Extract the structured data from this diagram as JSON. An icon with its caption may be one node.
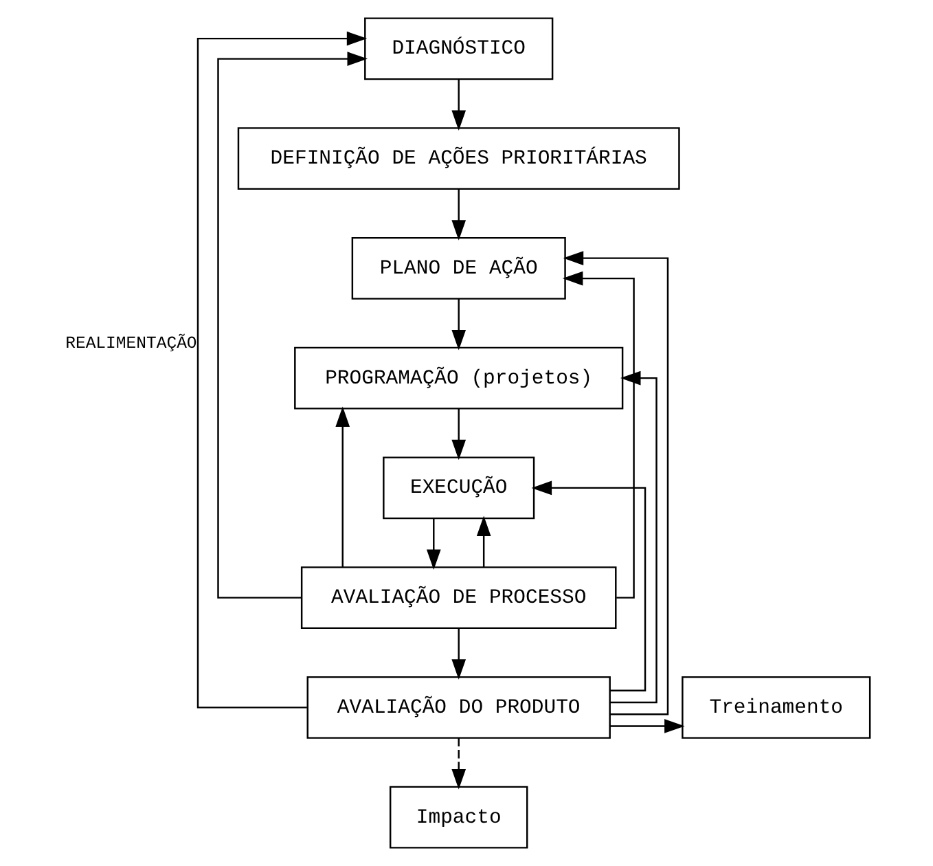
{
  "diagram": {
    "nodes": [
      {
        "text": [
          "DIAGNÓSTICO"
        ]
      },
      {
        "text": [
          "DEFINIÇÃO DE AÇÕES PRIORITÁRIAS"
        ]
      },
      {
        "text": [
          "PLANO DE AÇÃO"
        ]
      },
      {
        "text": [
          "PROGRAMAÇÃO (projetos)"
        ]
      },
      {
        "text": [
          "EXECUÇÃO"
        ]
      },
      {
        "text": [
          "AVALIAÇÃO DE PROCESSO"
        ]
      },
      {
        "text": [
          "AVALIAÇÃO DO PRODUTO"
        ]
      },
      {
        "text": [
          "Treinamento"
        ]
      },
      {
        "text": [
          "Impacto"
        ]
      }
    ],
    "edges": [
      {
        "from": 0,
        "to": 1,
        "arrow": "to"
      },
      {
        "from": 1,
        "to": 2,
        "arrow": "to"
      },
      {
        "from": 2,
        "to": 3,
        "arrow": "to"
      },
      {
        "from": 3,
        "to": 4,
        "arrow": "to"
      },
      {
        "from": 4,
        "to": 5,
        "arrow": "to"
      },
      {
        "from": 5,
        "to": 6,
        "arrow": "to"
      },
      {
        "from": 6,
        "to": 7,
        "arrow": "to"
      },
      {
        "from": 6,
        "to": 8,
        "arrow": "to",
        "style": "dashed"
      },
      {
        "from": 6,
        "to": 0,
        "arrow": "to",
        "label": "REALIMENTAÇÃO"
      },
      {
        "from": 5,
        "to": 0,
        "arrow": "to"
      },
      {
        "from": 6,
        "to": 2,
        "arrow": "to"
      },
      {
        "from": 6,
        "to": 3,
        "arrow": "to"
      },
      {
        "from": 6,
        "to": 4,
        "arrow": "to"
      },
      {
        "from": 5,
        "to": 2,
        "arrow": "to"
      },
      {
        "from": 5,
        "to": 3,
        "arrow": "to"
      },
      {
        "from": 5,
        "to": 4,
        "arrow": "to"
      }
    ]
  }
}
